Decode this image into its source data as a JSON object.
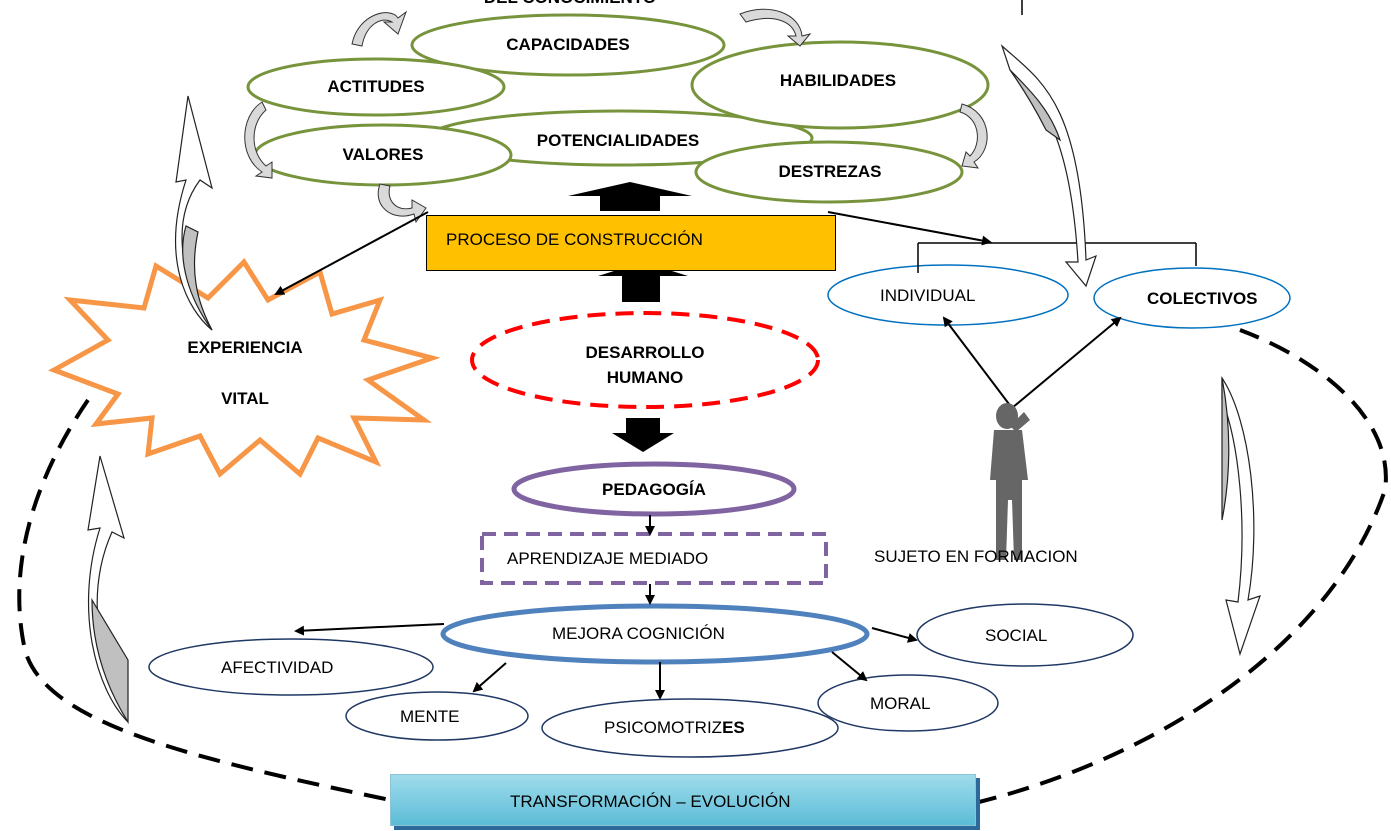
{
  "header": {
    "conocimiento": "DEL CONOCIMIENTO"
  },
  "top_cluster": {
    "capacidades": "CAPACIDADES",
    "actitudes": "ACTITUDES",
    "habilidades": "HABILIDADES",
    "potencialidades": "POTENCIALIDADES",
    "valores": "VALORES",
    "destrezas": "DESTREZAS"
  },
  "proceso": "PROCESO DE CONSTRUCCIÓN",
  "experiencia": {
    "line1": "EXPERIENCIA",
    "line2": "VITAL"
  },
  "desarrollo": {
    "line1": "DESARROLLO",
    "line2": "HUMANO"
  },
  "individual": "INDIVIDUAL",
  "colectivos": "COLECTIVOS",
  "sujeto": "SUJETO EN FORMACION",
  "pedagogia": "PEDAGOGÍA",
  "aprendizaje": "APRENDIZAJE MEDIADO",
  "mejora": "MEJORA COGNICIÓN",
  "afectividad": "AFECTIVIDAD",
  "social": "SOCIAL",
  "mente": "MENTE",
  "moral": "MORAL",
  "psicomotrices": {
    "part1": "PSICOMOTRIZ",
    "part2": "ES"
  },
  "transformacion": "TRANSFORMACIÓN – EVOLUCIÓN",
  "colors": {
    "green": "#77933c",
    "orange": "#f79646",
    "red": "#ff0000",
    "purple": "#8064a2",
    "blue": "#4f81bd",
    "navy": "#1f3864",
    "gold": "#ffc000"
  }
}
